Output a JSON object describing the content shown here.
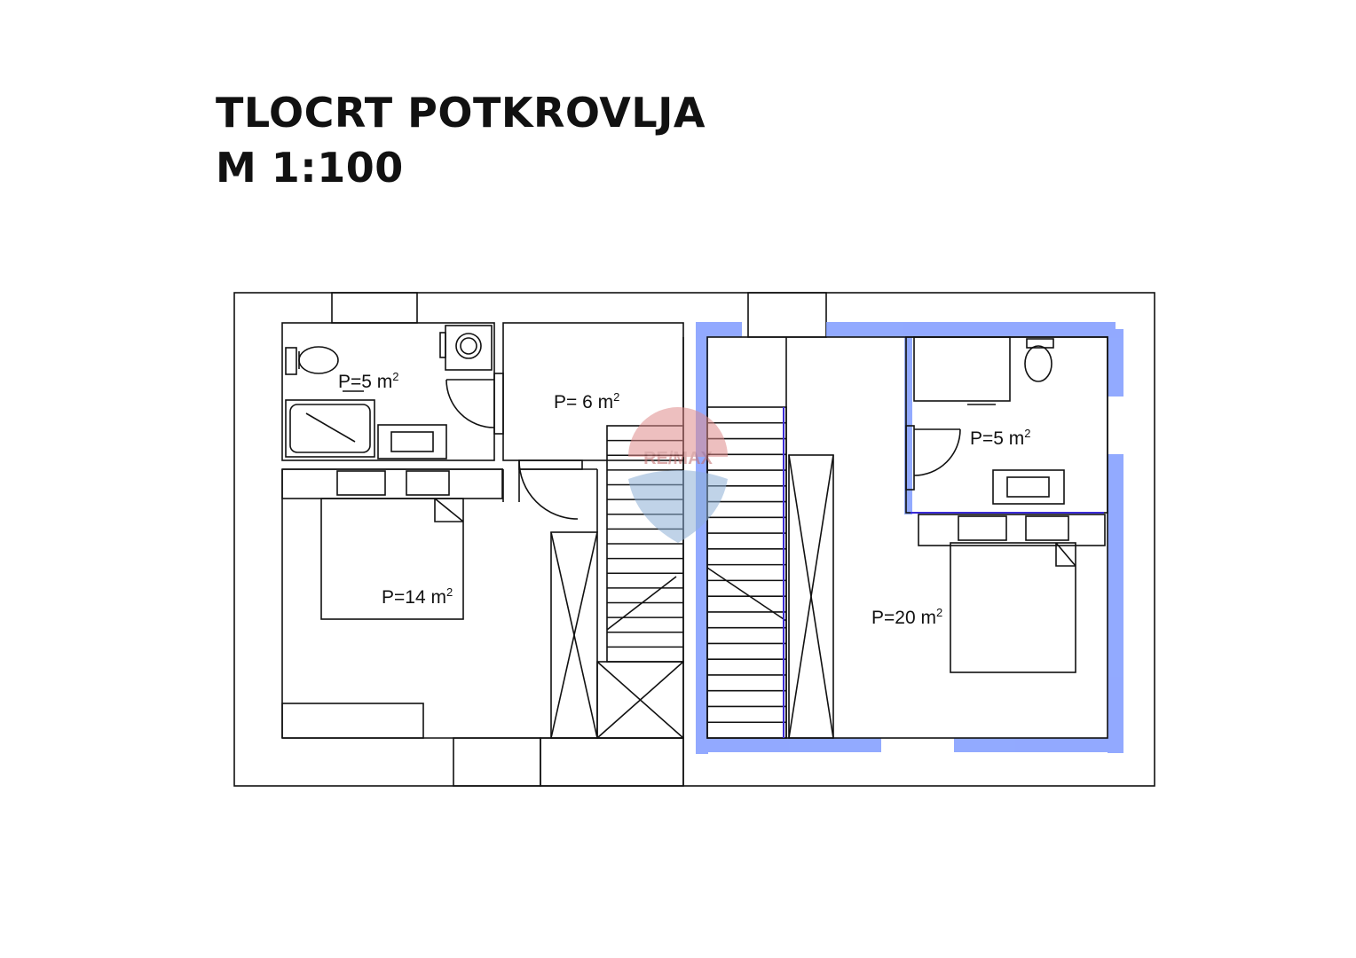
{
  "title": {
    "line1": "TLOCRT POTKROVLJA",
    "line2": "M 1:100"
  },
  "watermark": {
    "text": "RE/MAX"
  },
  "rooms": [
    {
      "id": "bathroom-left",
      "prefix": "P=5 m",
      "exp": "2"
    },
    {
      "id": "room-6",
      "prefix": "P= 6 m",
      "exp": "2"
    },
    {
      "id": "bedroom-left",
      "prefix": "P=14 m",
      "exp": "2"
    },
    {
      "id": "bathroom-right",
      "prefix": "P=5 m",
      "exp": "2"
    },
    {
      "id": "bedroom-right",
      "prefix": "P=20 m",
      "exp": "2"
    }
  ],
  "colors": {
    "line": "#111111",
    "highlight": "#7f9bff",
    "highlight_line": "#3a2bd6",
    "watermark_red": "#e08c8c",
    "watermark_blue": "#8eb0d6"
  }
}
